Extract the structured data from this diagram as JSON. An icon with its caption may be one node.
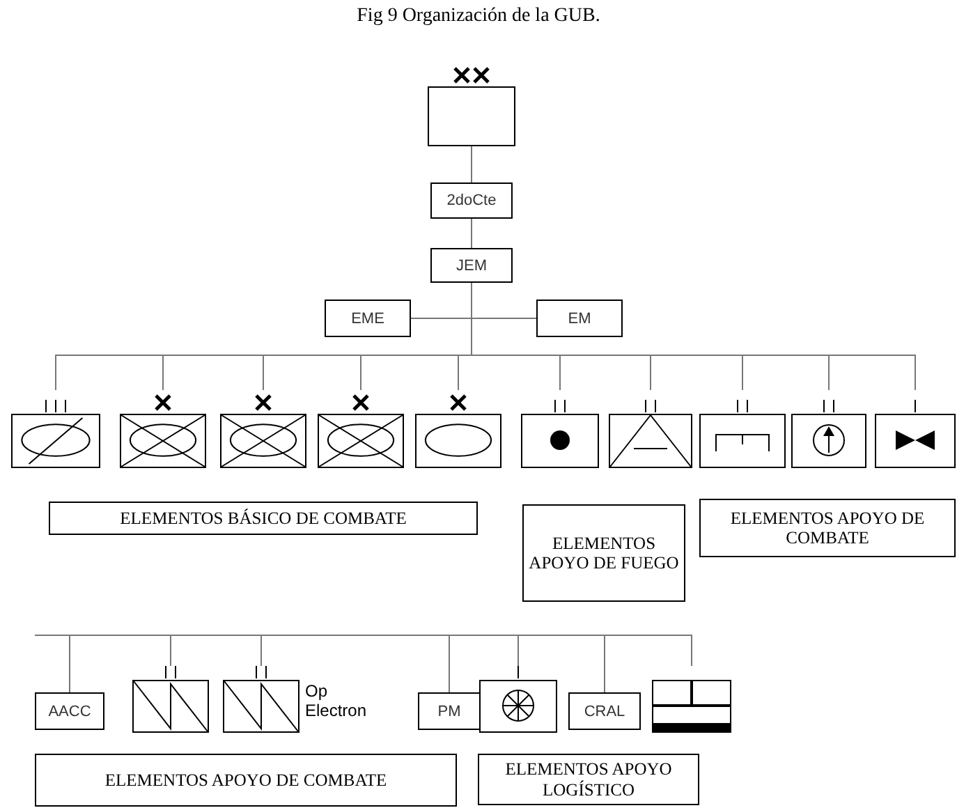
{
  "diagram": {
    "title": "Fig 9 Organización de la GUB.",
    "nodes": [
      {
        "text": [],
        "shape": "box"
      },
      {
        "text": [
          "2doCte"
        ]
      },
      {
        "text": [
          "JEM"
        ]
      },
      {
        "text": [
          "EME"
        ]
      },
      {
        "text": [
          "EM"
        ]
      },
      {
        "text": [],
        "shape": "box"
      },
      {
        "text": [],
        "shape": "box"
      },
      {
        "text": [],
        "shape": "box"
      },
      {
        "text": [],
        "shape": "box"
      },
      {
        "text": [],
        "shape": "box"
      },
      {
        "text": [],
        "shape": "box"
      },
      {
        "text": [],
        "shape": "box"
      },
      {
        "text": [],
        "shape": "box"
      },
      {
        "text": [],
        "shape": "box"
      },
      {
        "text": [],
        "shape": "box"
      },
      {
        "text": [
          "ELEMENTOS BÁSICO DE COMBATE"
        ]
      },
      {
        "text": [
          "ELEMENTOS APOYO DE FUEGO"
        ]
      },
      {
        "text": [
          "ELEMENTOS APOYO DE COMBATE"
        ]
      },
      {
        "text": [
          "AACC"
        ]
      },
      {
        "text": [],
        "shape": "box"
      },
      {
        "text": [],
        "shape": "box",
        "beside": [
          "Op Electron"
        ]
      },
      {
        "text": [
          "PM"
        ]
      },
      {
        "text": [],
        "shape": "box"
      },
      {
        "text": [
          "CRAL"
        ]
      },
      {
        "text": [],
        "shape": "box"
      },
      {
        "text": [
          "ELEMENTOS APOYO DE COMBATE"
        ]
      },
      {
        "text": [
          "ELEMENTOS APOYO LOGÍSTICO"
        ]
      }
    ],
    "edges": [
      {
        "from": 0,
        "to": 1,
        "arrow": "none"
      },
      {
        "from": 1,
        "to": 2,
        "arrow": "none"
      },
      {
        "from": 2,
        "to": 3,
        "arrow": "none"
      },
      {
        "from": 2,
        "to": 4,
        "arrow": "none"
      },
      {
        "from": 2,
        "to": 5,
        "arrow": "none"
      },
      {
        "from": 2,
        "to": 6,
        "arrow": "none"
      },
      {
        "from": 2,
        "to": 7,
        "arrow": "none"
      },
      {
        "from": 2,
        "to": 8,
        "arrow": "none"
      },
      {
        "from": 2,
        "to": 9,
        "arrow": "none"
      },
      {
        "from": 2,
        "to": 10,
        "arrow": "none"
      },
      {
        "from": 2,
        "to": 11,
        "arrow": "none"
      },
      {
        "from": 2,
        "to": 12,
        "arrow": "none"
      },
      {
        "from": 2,
        "to": 13,
        "arrow": "none"
      },
      {
        "from": 2,
        "to": 14,
        "arrow": "none"
      },
      {
        "from": null,
        "to": 18,
        "arrow": "none"
      },
      {
        "from": null,
        "to": 19,
        "arrow": "none"
      },
      {
        "from": null,
        "to": 20,
        "arrow": "none"
      },
      {
        "from": null,
        "to": 21,
        "arrow": "none"
      },
      {
        "from": null,
        "to": 22,
        "arrow": "none"
      },
      {
        "from": null,
        "to": 23,
        "arrow": "none"
      },
      {
        "from": null,
        "to": 24,
        "arrow": "none"
      }
    ]
  }
}
